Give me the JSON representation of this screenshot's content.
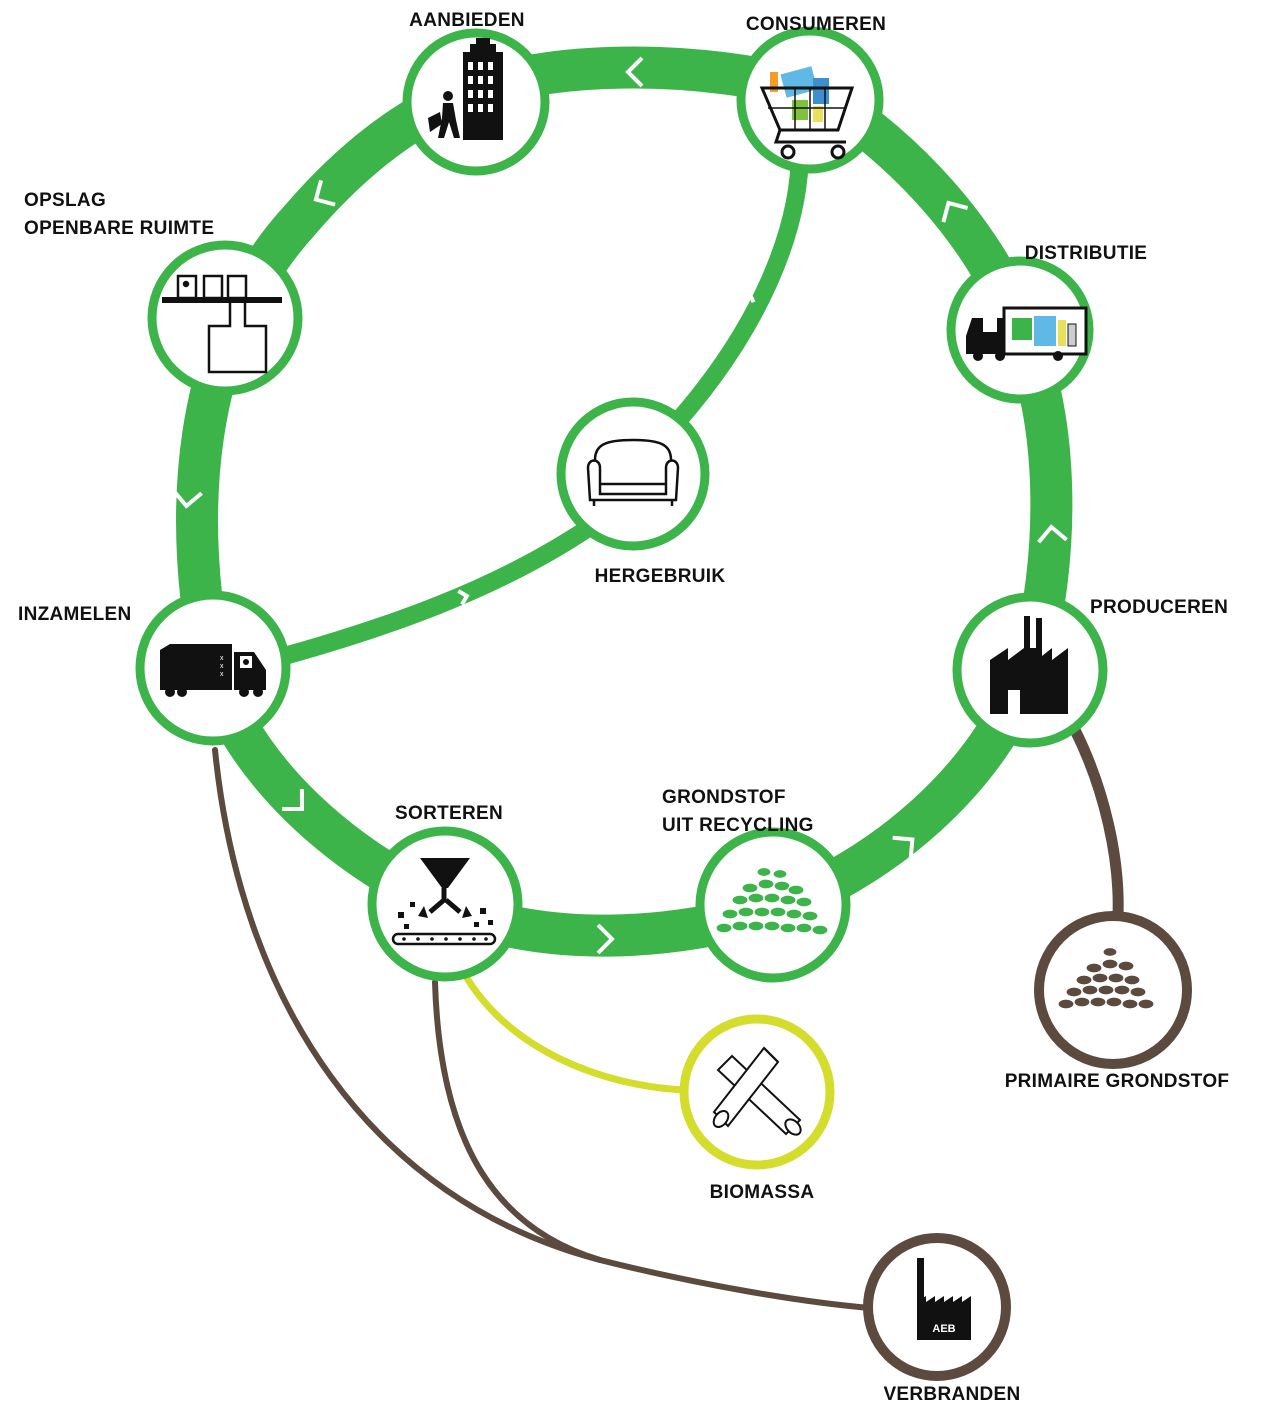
{
  "colors": {
    "cycle": "#3cb44a",
    "primary": "#5c4a3f",
    "biomass": "#d4dc2c",
    "icon": "#111111",
    "background": "#ffffff"
  },
  "nodes": {
    "aanbieden": {
      "label": "AANBIEDEN",
      "icon": "building-with-person-icon"
    },
    "consumeren": {
      "label": "CONSUMEREN",
      "icon": "shopping-cart-icon"
    },
    "distributie": {
      "label": "DISTRIBUTIE",
      "icon": "delivery-truck-icon"
    },
    "produceren": {
      "label": "PRODUCEREN",
      "icon": "factory-icon"
    },
    "grondstof_recycling": {
      "label_line1": "GRONDSTOF",
      "label_line2": "UIT RECYCLING",
      "icon": "green-granules-icon"
    },
    "sorteren": {
      "label": "SORTEREN",
      "icon": "sorting-conveyor-icon"
    },
    "inzamelen": {
      "label": "INZAMELEN",
      "icon": "garbage-truck-icon"
    },
    "opslag": {
      "label_line1": "OPSLAG",
      "label_line2": "OPENBARE RUIMTE",
      "icon": "underground-container-icon"
    },
    "hergebruik": {
      "label": "HERGEBRUIK",
      "icon": "sofa-icon"
    },
    "primaire_grondstof": {
      "label": "PRIMAIRE GRONDSTOF",
      "icon": "brown-granules-icon"
    },
    "biomassa": {
      "label": "BIOMASSA",
      "icon": "wood-logs-icon"
    },
    "verbranden": {
      "label": "VERBRANDEN",
      "icon": "incinerator-icon",
      "badge": "AEB"
    }
  }
}
